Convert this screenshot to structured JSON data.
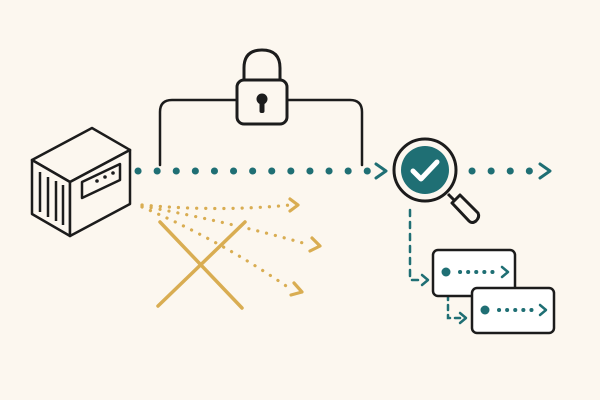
{
  "diagram": {
    "background": "#fcf7ef",
    "colors": {
      "ink": "#1c1c1c",
      "teal": "#1f6f74",
      "gold": "#d9ad52",
      "panel": "#ffffff"
    },
    "icons": [
      "server-icon",
      "lock-icon",
      "magnifier-check-icon",
      "cross-mark-icon",
      "arrow-right-icon",
      "record-card-icon"
    ],
    "nodes": [
      {
        "id": "server",
        "icon": "server-icon"
      },
      {
        "id": "lock",
        "icon": "lock-icon"
      },
      {
        "id": "inspector",
        "icon": "magnifier-check-icon"
      },
      {
        "id": "rejected",
        "icon": "cross-mark-icon"
      },
      {
        "id": "record-1",
        "icon": "record-card-icon"
      },
      {
        "id": "record-2",
        "icon": "record-card-icon"
      }
    ],
    "edges": [
      {
        "from": "server",
        "to": "inspector",
        "style": "dotted",
        "color": "teal",
        "via": "lock"
      },
      {
        "from": "inspector",
        "to": "out",
        "style": "dotted",
        "color": "teal"
      },
      {
        "from": "server",
        "to": "rejected",
        "style": "dotted",
        "color": "gold",
        "count": 3
      },
      {
        "from": "inspector",
        "to": "record-1",
        "style": "dashed",
        "color": "teal"
      },
      {
        "from": "inspector",
        "to": "record-2",
        "style": "dashed",
        "color": "teal"
      }
    ]
  }
}
